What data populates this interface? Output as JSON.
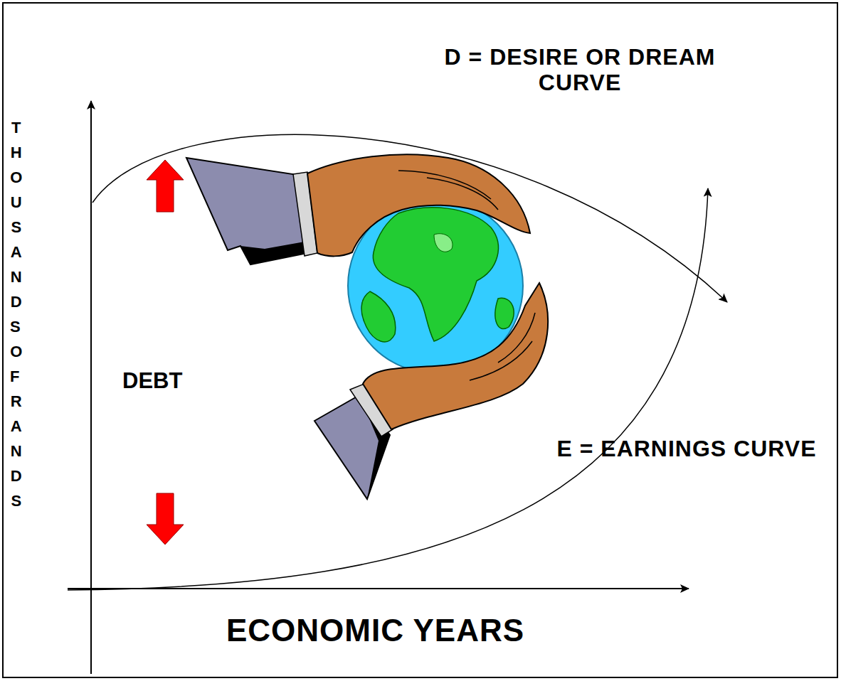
{
  "diagram": {
    "labels": [
      "THOUSANDS OF RANDS",
      "D = DESIRE OR DREAM CURVE",
      "DEBT",
      "E = EARNINGS CURVE",
      "ECONOMIC YEARS"
    ]
  }
}
